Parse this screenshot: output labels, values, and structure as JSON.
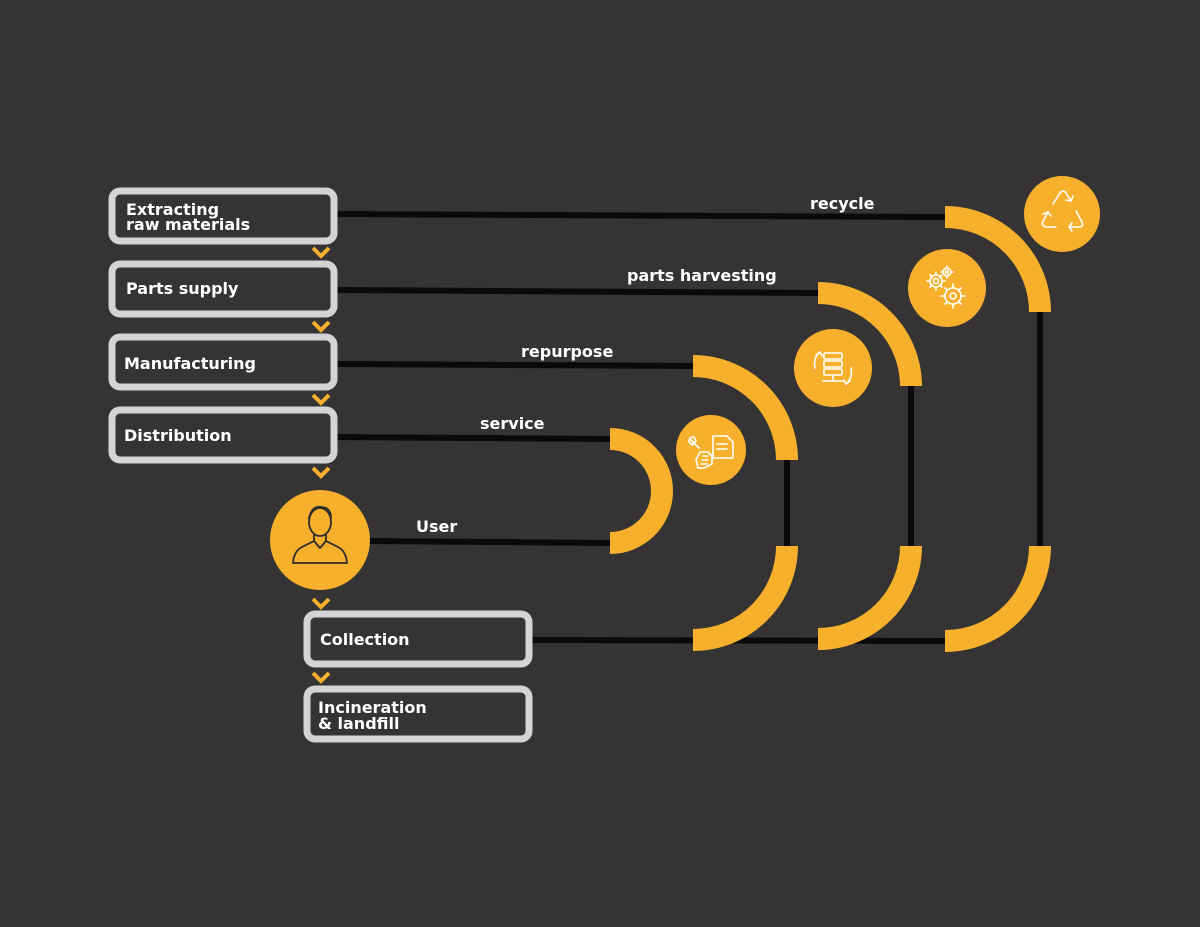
{
  "diagram": {
    "stages": [
      {
        "line1": "Extracting",
        "line2": "raw materials"
      },
      {
        "line1": "Parts supply",
        "line2": ""
      },
      {
        "line1": "Manufacturing",
        "line2": ""
      },
      {
        "line1": "Distribution",
        "line2": ""
      },
      {
        "line1": "Collection",
        "line2": ""
      },
      {
        "line1": "Incineration",
        "line2": "& landfill"
      }
    ],
    "user_label": "User",
    "loops": [
      {
        "label": "recycle",
        "icon": "recycle-icon"
      },
      {
        "label": "parts harvesting",
        "icon": "gears-icon"
      },
      {
        "label": "repurpose",
        "icon": "repurpose-icon"
      },
      {
        "label": "service",
        "icon": "service-icon"
      }
    ],
    "user_icon": "user-icon",
    "colors": {
      "background": "#353333",
      "accent": "#f6b02c",
      "box_border": "#d4d4d4",
      "connector": "#0a0a0a",
      "text": "#ffffff"
    }
  }
}
